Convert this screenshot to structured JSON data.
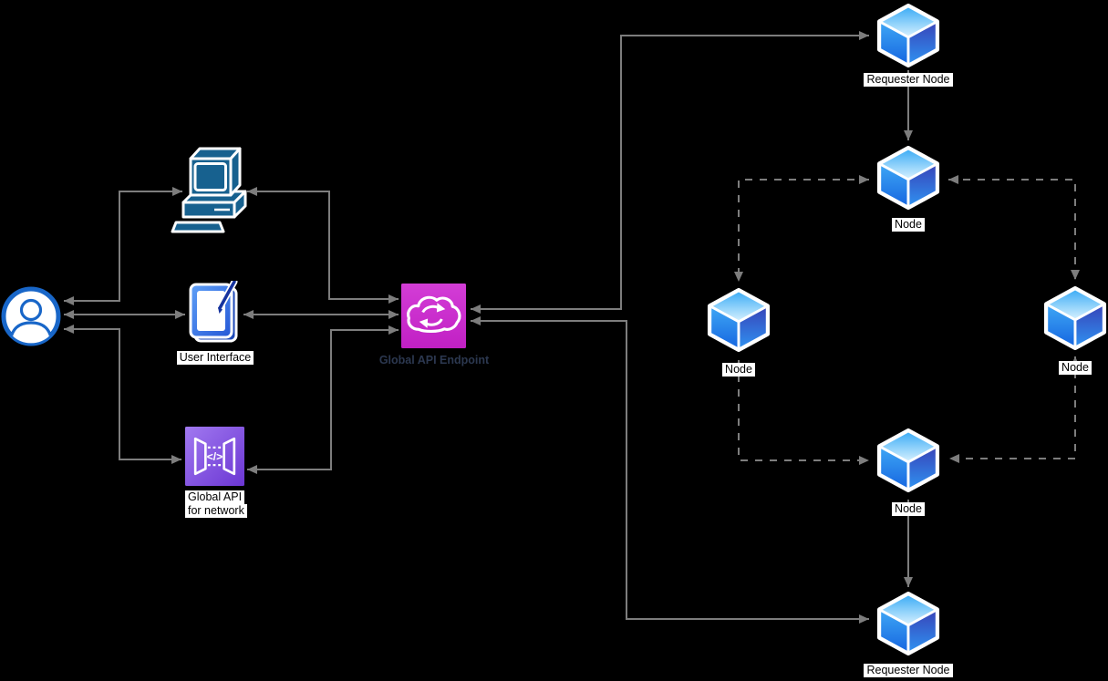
{
  "diagram": {
    "background": "#000000",
    "wire_color": "#7d7d7d"
  },
  "labels": {
    "tablet": "User Interface",
    "api_network_line1": "Global API",
    "api_network_line2": "for network",
    "endpoint": "Global API Endpoint",
    "requester_top": "Requester Node",
    "node_top": "Node",
    "node_left": "Node",
    "node_right": "Node",
    "node_bottom": "Node",
    "requester_bottom": "Requester Node"
  },
  "icons": {
    "user": "user-avatar-icon",
    "computer": "desktop-computer-icon",
    "tablet": "tablet-pen-icon",
    "api_network": "api-gateway-icon",
    "endpoint": "cloud-sync-icon",
    "node": "cube-icon"
  },
  "colors": {
    "endpoint_magenta": "#C92DC9",
    "api_purple_light": "#A179F0",
    "api_purple_dark": "#6B36D3",
    "computer_blue": "#17618F",
    "tablet_blue": "#2E6FE0",
    "user_blue": "#1866C8",
    "cube_top_blue": "#38AAF5",
    "cube_left_blue": "#1E7BEE",
    "cube_right_blue": "#3843B8",
    "endpoint_label_navy": "#2C3850"
  }
}
